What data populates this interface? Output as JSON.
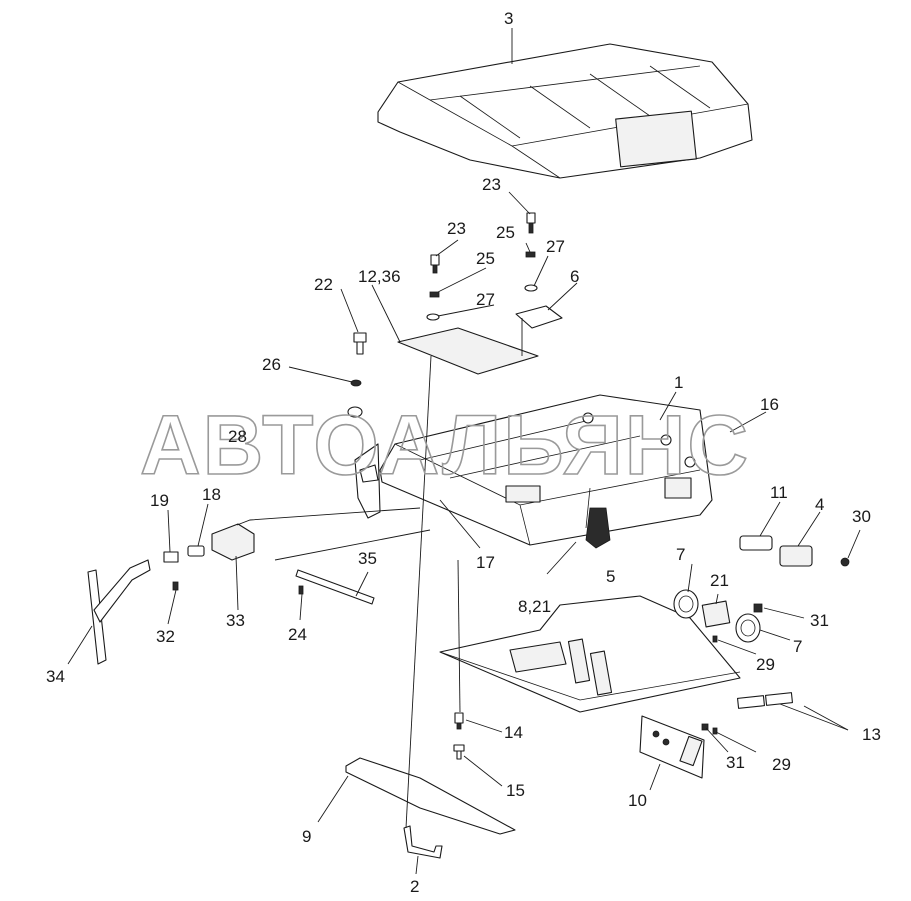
{
  "watermark": "АВТОАЛЬЯНС",
  "callouts": {
    "c1": "1",
    "c2": "2",
    "c3": "3",
    "c4": "4",
    "c5": "5",
    "c6": "6",
    "c7a": "7",
    "c7b": "7",
    "c8_21": "8,21",
    "c9": "9",
    "c10": "10",
    "c11": "11",
    "c12_36": "12,36",
    "c13": "13",
    "c14": "14",
    "c15": "15",
    "c16": "16",
    "c17": "17",
    "c18": "18",
    "c19": "19",
    "c21": "21",
    "c22": "22",
    "c23a": "23",
    "c23b": "23",
    "c24": "24",
    "c25a": "25",
    "c25b": "25",
    "c26": "26",
    "c27a": "27",
    "c27b": "27",
    "c28": "28",
    "c29a": "29",
    "c29b": "29",
    "c30": "30",
    "c31a": "31",
    "c31b": "31",
    "c32": "32",
    "c33": "33",
    "c34": "34",
    "c35": "35"
  }
}
